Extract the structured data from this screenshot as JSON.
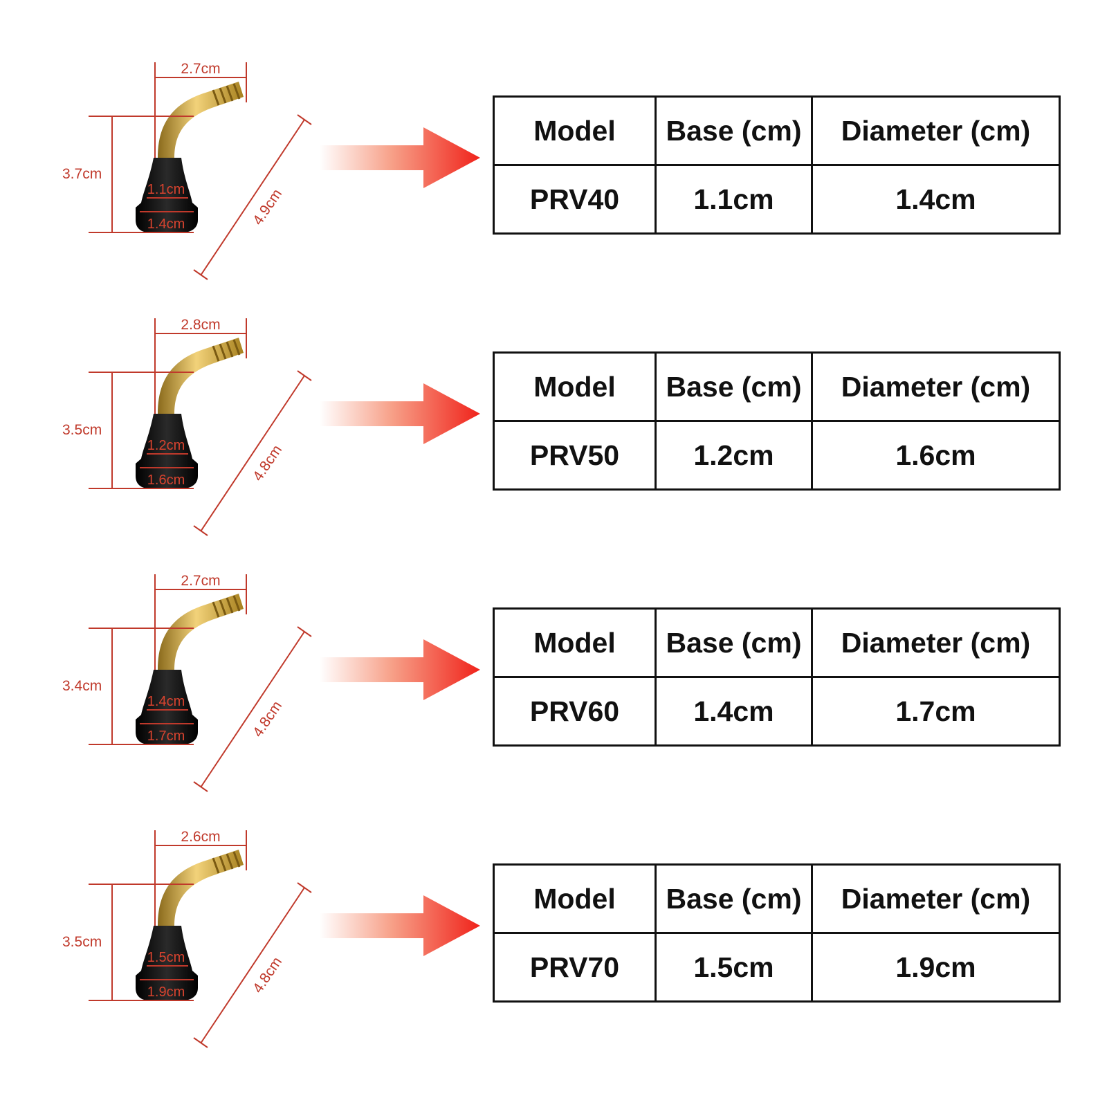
{
  "headers": {
    "model": "Model",
    "base": "Base (cm)",
    "diameter": "Diameter (cm)"
  },
  "colors": {
    "dimension_line": "#c0392b",
    "arrow": "#f0231b",
    "brass": "#d4a83a",
    "rubber": "#111111"
  },
  "variants": [
    {
      "model": "PRV40",
      "base": "1.1cm",
      "diameter": "1.4cm",
      "dims": {
        "width": "2.7cm",
        "height": "3.7cm",
        "length": "4.9cm",
        "base": "1.1cm",
        "diameter": "1.4cm"
      }
    },
    {
      "model": "PRV50",
      "base": "1.2cm",
      "diameter": "1.6cm",
      "dims": {
        "width": "2.8cm",
        "height": "3.5cm",
        "length": "4.8cm",
        "base": "1.2cm",
        "diameter": "1.6cm"
      }
    },
    {
      "model": "PRV60",
      "base": "1.4cm",
      "diameter": "1.7cm",
      "dims": {
        "width": "2.7cm",
        "height": "3.4cm",
        "length": "4.8cm",
        "base": "1.4cm",
        "diameter": "1.7cm"
      }
    },
    {
      "model": "PRV70",
      "base": "1.5cm",
      "diameter": "1.9cm",
      "dims": {
        "width": "2.6cm",
        "height": "3.5cm",
        "length": "4.8cm",
        "base": "1.5cm",
        "diameter": "1.9cm"
      }
    }
  ]
}
